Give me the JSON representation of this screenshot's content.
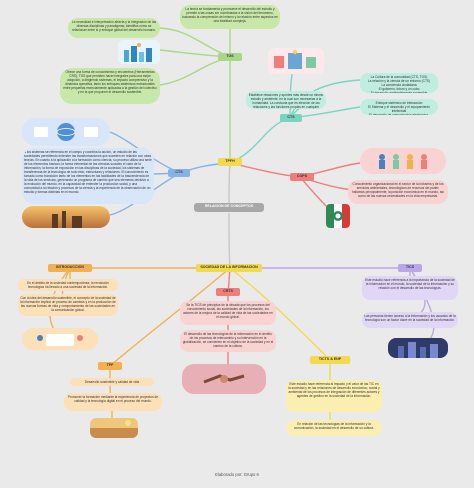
{
  "center": {
    "label": "RELACION DE CONCEPTOS"
  },
  "hubs": {
    "tpfh": "TPFH",
    "tgs": "TGS",
    "cts": "CTS",
    "cops": "COPS",
    "sociedad": "SOCIEDAD DE LA INFORMACION",
    "introduccion": "INTRODUCCION",
    "crts": "CRTS",
    "tics": "TICS",
    "tpf": "TPF",
    "ticts": "TICTS & ENP"
  },
  "texts": {
    "tgs_top": "La teoría se fundamenta y promueve el desarrollo del estudio y permite a las cosas ser coordinadas a la visión del fenómeno, buscando la comprensión del mismo y la relación entre aspectos en una totalidad compleja.",
    "tgs_left": "La necesidad e interpretación abierta y la integración de las diversas disciplinas y paradigmas; identifica cómo se relacionan entre sí y enfoque global del desarrollo humano.",
    "tgs_bottom": "Ofrece una forma de conocimiento y encuentros (Herramientas CRS), TGS que permiten hacer integrales para una mejor adopción, a dirigiendo sistemas, el impacto comprensivo y la dinámica operativa, tanto los enfoques sistémicos estructurales entre pequeñas esencialmente aplicadas a la gestión del colectivo y en la que proponen el desarrollo sostenible.",
    "cts_mid": "Establece relaciones y aportes más desde un mismo estudio y ambiente, en la cual son necesarias a la humanidad. La conducta que es elección de las relaciones y las funciones propias en cualquier circunstancia, sociedad y ciencia.",
    "cts_list": "La Cultura de la comunidad (CTS, TGS)\nLa relación y la ciencia de un entorno (CTS)\nLa conciencia ciudadana\nEl gobierno, futuro y un cubo\nEl desarrollo ambientalmente sostenible",
    "cts_list2": "Enfoque sistémico de interacción\nEl Sistema y el desarrollo y el equipamiento intelectual\nEl desarrollo de comunicación electrónica, tecnológica en EY y en fenómenos sociales",
    "tpfh_left": "A los sistemas se referencia en el campo y coordina la acción, un estudio de las sociedades permitiendo entender las transformaciones que suceden en relación con otras teorías. En cuanto a la aplicación a la formación como ciencia, su proceso utiliza una serie de los elementos básicos; la forma elemental de las ciencias sociales el valor de la información, la forma de exposición en las disciplinas de la sociedad, los sistemas de transferencia de la tecnología de todo esto, estructuras y relaciones. El conocimiento es tomado como transición tanto de los elementos en las facilidades de la trascendencia de la vida de los servicios, generando un programa de cambio que sea elemento decisivo a la evolución del mundo, en la capacidad de entender la producción social, y una comunidad a la relación y procesos de la ciencia y la experiencia de la observación de un estudio y formas distintas en el mundo.",
    "cops_text": "Conocimiento organizacional en el sector de la industria y de los servicios ambientales, tecnológicos de recursos del poder; hallamos principalmente, la posición económica en el mundo, así como de las nuevas necesidades en la vida empresarial.",
    "intro_1": "En el ámbito de la sociedad contemporánea, la revolución tecnológica ha llevado a una sociedad de la información.",
    "intro_2": "Con la idea del desarrollo sostenible, el concepto de la sociedad de la información implica un proceso de cambios y en la producción de las nuevas formas de vida y comportamiento de las sociedades en la comunicación global.",
    "crts_1": "Se la TICS de principios de la década que los procesos del conocimiento social, las sociedades de la información, los actores de la mejora de la calidad de vida de las sociedades en el mundo global.",
    "crts_2": "El desarrollo de las tecnologías de la información en el ámbito de los procesos de intercambio y su intervención en la globalización, se convierten en el objetivo de la sociedad y en el camino de la cultura.",
    "tpf_1": "Desarrollo sostenible y calidad de vida",
    "tpf_2": "Promover la formación mediante la experiencia de proyectos de calidad y la tecnología digital en el proceso del mundo.",
    "tics_1": "Este estudio hace referencia a la importancia de la sociedad de la información en el mundo, la sociedad de la información y su relación con el desarrollo de las tecnologías.",
    "tics_2": "Las personas tienen acceso a la información y los usuarios de la tecnología son un factor clave en la sociedad de la información.",
    "ticts_1": "Este estudio hace referencia al impacto y el valor de las TIC en la sociedad y en las relaciones de desarrollo económico, social y ambiental de los procesos de integración de diferentes actores y agentes de gestión en la sociedad de la información.",
    "ticts_2": "En relación de las tecnologías de la información y la comunicación, la sociedad en el desarrollo de su cultura."
  },
  "footer": {
    "credit": "Elaborado por: Grupo 6"
  },
  "colors": {
    "background": "#eaeaea",
    "yellow": "#f2d94e",
    "green": "#a8d887",
    "teal": "#78d6c0",
    "blue": "#86b3e6",
    "red": "#ef7d7a",
    "orange": "#f3b04e",
    "purple": "#b9a7e8",
    "center": "#a8a8a8"
  },
  "icons": {
    "tgs_pic": "city-network-illustration",
    "cts_pic": "society-science-illustration",
    "tpfh_pic1": "globe-technology-illustration",
    "tpfh_pic2": "industrial-sunset-photo",
    "cops_pic1": "workers-team-illustration",
    "cops_pic2": "recycle-globe-flag",
    "intro_pic": "people-collaboration-illustration",
    "crts_pic": "handshake-photo",
    "tpf_pic": "farm-landscape-photo",
    "tics_pic1": "learning-illustration",
    "tics_pic2": "city-night-photo"
  }
}
